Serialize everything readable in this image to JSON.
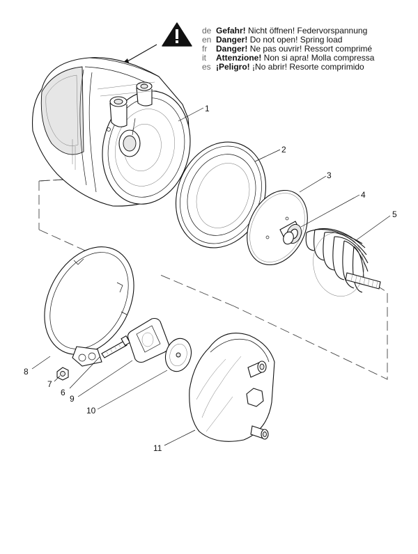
{
  "warning": {
    "icon": "warning-triangle-icon",
    "lines": [
      {
        "lang": "de",
        "head": "Gefahr!",
        "text": "Nicht öffnen! Federvorspannung"
      },
      {
        "lang": "en",
        "head": "Danger!",
        "text": "Do not open! Spring load"
      },
      {
        "lang": "fr",
        "head": "Danger!",
        "text": "Ne pas ouvrir! Ressort comprimé"
      },
      {
        "lang": "it",
        "head": "Attenzione!",
        "text": "Non si apra! Molla compressa"
      },
      {
        "lang": "es",
        "head": "¡Peligro!",
        "text": "¡No abrir! Resorte comprimido"
      }
    ]
  },
  "callouts": [
    "1",
    "2",
    "3",
    "4",
    "5",
    "6",
    "7",
    "8",
    "9",
    "10",
    "11"
  ]
}
